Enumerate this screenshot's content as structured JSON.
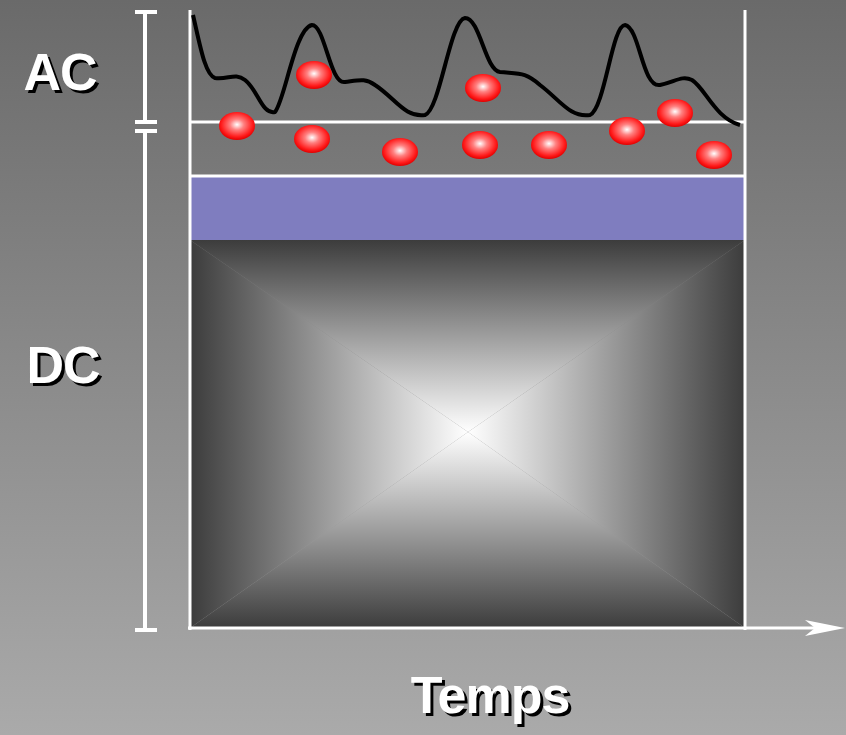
{
  "diagram": {
    "labels": [
      "AC",
      "DC",
      "Temps"
    ]
  }
}
